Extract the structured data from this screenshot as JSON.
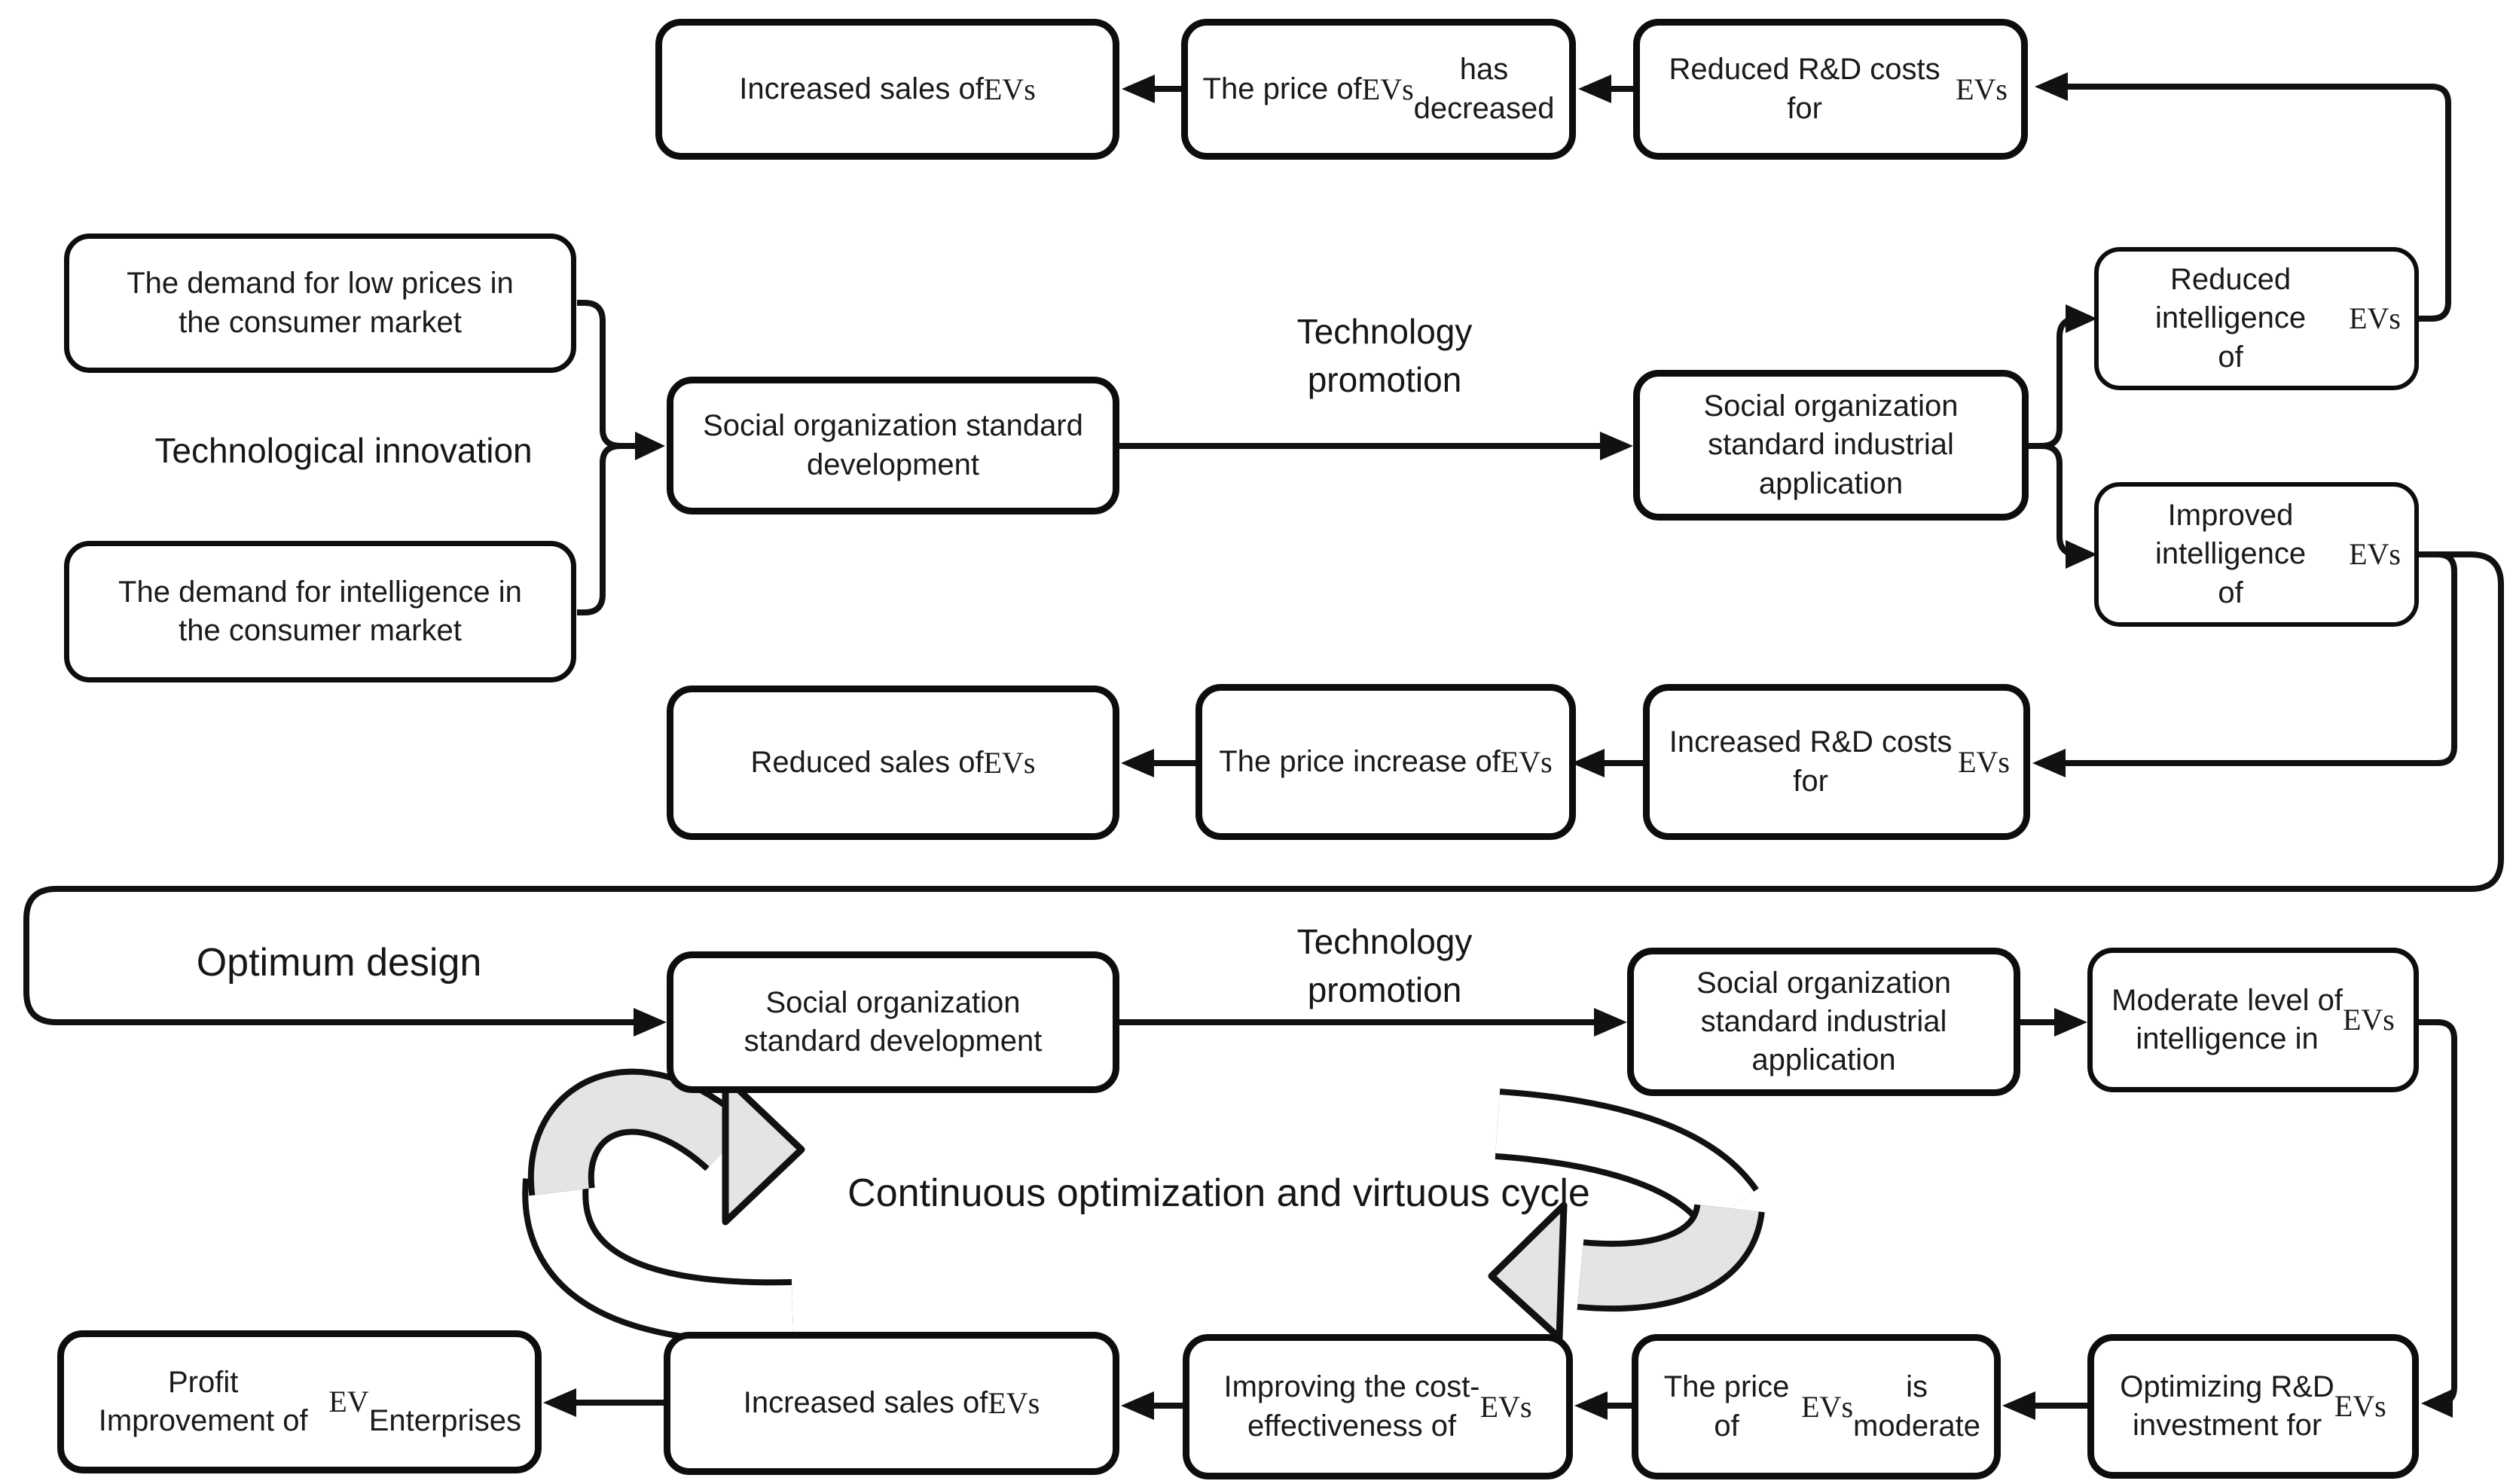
{
  "title": "EV social organization standards development and virtuous cycle flowchart",
  "colors": {
    "line": "#111111",
    "box_border": "#0d0d0d",
    "box_fill": "#ffffff",
    "swoosh_fill": "#e4e4e4",
    "text": "#1a1a1a",
    "background": "#ffffff"
  },
  "boxes": {
    "increased_sales_top": "Increased sales of EVs",
    "price_decreased": "The price of EVs has\ndecreased",
    "reduced_rd_costs": "Reduced R&D costs for\nEVs",
    "demand_low_prices": "The demand for low prices in\nthe consumer market",
    "demand_intelligence": "The demand for intelligence in\nthe consumer market",
    "std_development_1": "Social organization standard\ndevelopment",
    "std_industrial_application_1": "Social organization\nstandard industrial\napplication",
    "reduced_intelligence": "Reduced intelligence\nof EVs",
    "improved_intelligence": "Improved intelligence\nof EVs",
    "reduced_sales": "Reduced sales of EVs",
    "price_increase": "The price increase of\nEVs",
    "increased_rd_costs": "Increased R&D costs for\nEVs",
    "std_development_2": "Social organization\nstandard development",
    "std_industrial_application_2": "Social organization\nstandard industrial\napplication",
    "moderate_intelligence": "Moderate level of\nintelligence in EVs",
    "profit_improvement": "Profit Improvement of EV\nEnterprises",
    "increased_sales_bottom": "Increased sales of EVs",
    "improving_cost_effectiveness": "Improving the cost-\neffectiveness of EVs",
    "price_moderate": "The price of EVs is\nmoderate",
    "optimizing_rd": "Optimizing R&D\ninvestment for EVs"
  },
  "labels": {
    "technological_innovation": "Technological innovation",
    "technology_promotion_1": "Technology\npromotion",
    "technology_promotion_2": "Technology\npromotion",
    "optimum_design": "Optimum design",
    "continuous_cycle": "Continuous optimization and virtuous cycle"
  }
}
